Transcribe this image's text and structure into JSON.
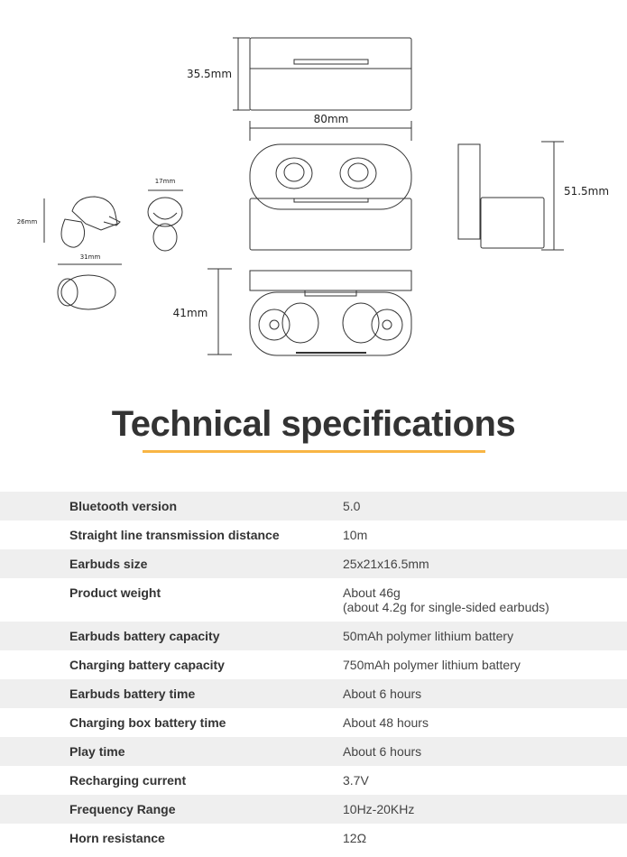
{
  "drawing": {
    "dims": {
      "case_height": "35.5mm",
      "case_width": "80mm",
      "open_height": "51.5mm",
      "open_depth": "41mm",
      "bud_height": "26mm",
      "bud_width": "17mm",
      "bud_length": "31mm"
    }
  },
  "title": "Technical specifications",
  "colors": {
    "accent": "#f8b544",
    "row_shade": "#efefef"
  },
  "specs": [
    {
      "label": "Bluetooth version",
      "value": "5.0"
    },
    {
      "label": "Straight line transmission distance",
      "value": "10m"
    },
    {
      "label": "Earbuds size",
      "value": "25x21x16.5mm"
    },
    {
      "label": "Product weight",
      "value": "About 46g\n(about 4.2g for single-sided earbuds)"
    },
    {
      "label": "Earbuds battery capacity",
      "value": "50mAh polymer lithium battery"
    },
    {
      "label": "Charging battery capacity",
      "value": "750mAh polymer lithium battery"
    },
    {
      "label": "Earbuds battery time",
      "value": "About 6 hours"
    },
    {
      "label": "Charging box battery time",
      "value": "About 48 hours"
    },
    {
      "label": "Play time",
      "value": "About 6 hours"
    },
    {
      "label": "Recharging current",
      "value": "3.7V"
    },
    {
      "label": "Frequency Range",
      "value": "10Hz-20KHz"
    },
    {
      "label": "Horn resistance",
      "value": "12Ω"
    }
  ]
}
